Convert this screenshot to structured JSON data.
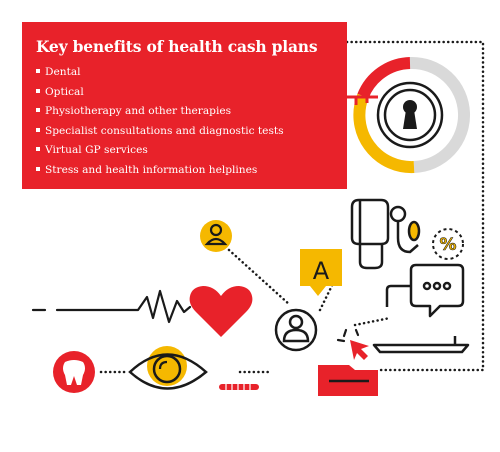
{
  "infographic": {
    "title": "Key benefits of health cash plans",
    "benefits": [
      "Dental",
      "Optical",
      "Physiotherapy and other therapies",
      "Specialist consultations and diagnostic tests",
      "Virtual GP services",
      "Stress and health information helplines"
    ],
    "percent_symbol": "%",
    "speech_letter": "A"
  },
  "colors": {
    "brand_red": "#e8222a",
    "accent_yellow": "#f5b800",
    "line_dark": "#1a1a1a",
    "grey": "#d9d9d9"
  },
  "icons": [
    "key-icon",
    "keyhole-lock-icon",
    "person-icon",
    "blood-pressure-monitor-icon",
    "percent-icon",
    "speech-bubble-icon",
    "heartbeat-icon",
    "heart-icon",
    "user-icon",
    "laptop-chat-icon",
    "cursor-click-icon",
    "tooth-icon",
    "eye-icon",
    "thermometer-icon",
    "envelope-icon"
  ]
}
